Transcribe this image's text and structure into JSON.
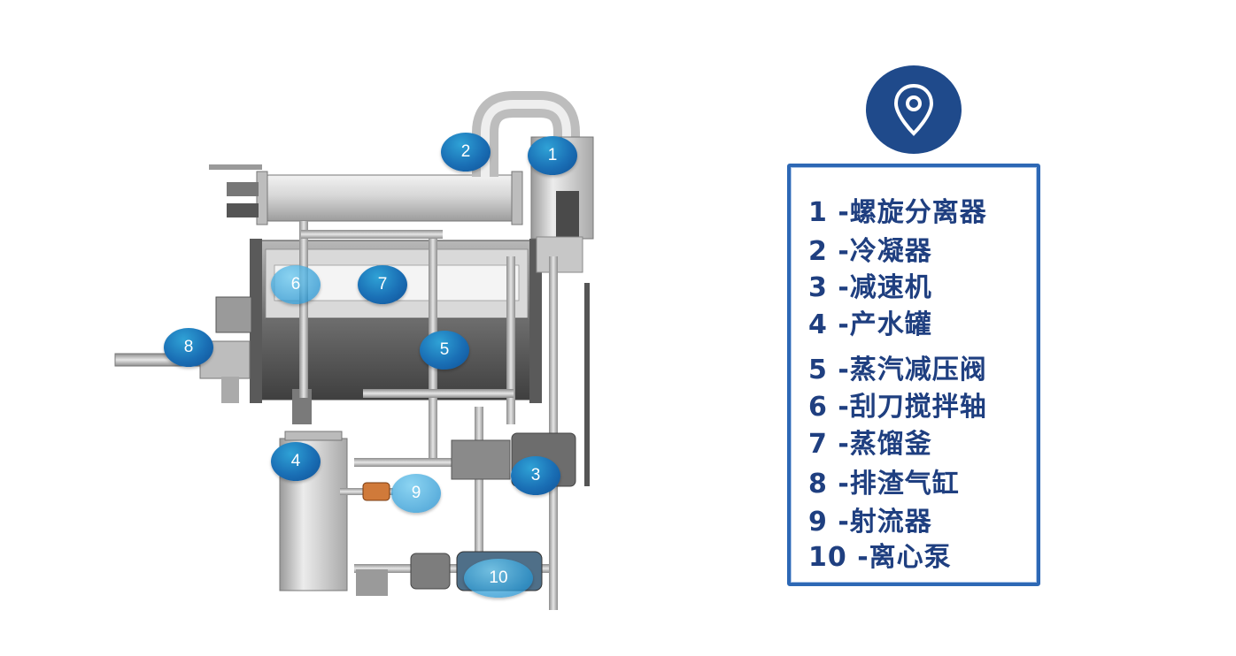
{
  "markers": [
    {
      "label": "1"
    },
    {
      "label": "2"
    },
    {
      "label": "3"
    },
    {
      "label": "4"
    },
    {
      "label": "5"
    },
    {
      "label": "6"
    },
    {
      "label": "7"
    },
    {
      "label": "8"
    },
    {
      "label": "9"
    },
    {
      "label": "10"
    }
  ],
  "pin_icon": "location-pin-icon",
  "legend": {
    "items": [
      "1 -螺旋分离器",
      "2 -冷凝器",
      "3 -减速机",
      "4 -产水罐",
      "5 -蒸汽减压阀",
      "6 -刮刀搅拌轴",
      "7 -蒸馏釜",
      "8 -排渣气缸",
      "9 -射流器",
      "10 -离心泵"
    ]
  },
  "colors": {
    "marker": "#1a6fb5",
    "legend_text": "#1f3f80",
    "legend_border": "#2d68b5",
    "badge": "#1f4a8b"
  }
}
